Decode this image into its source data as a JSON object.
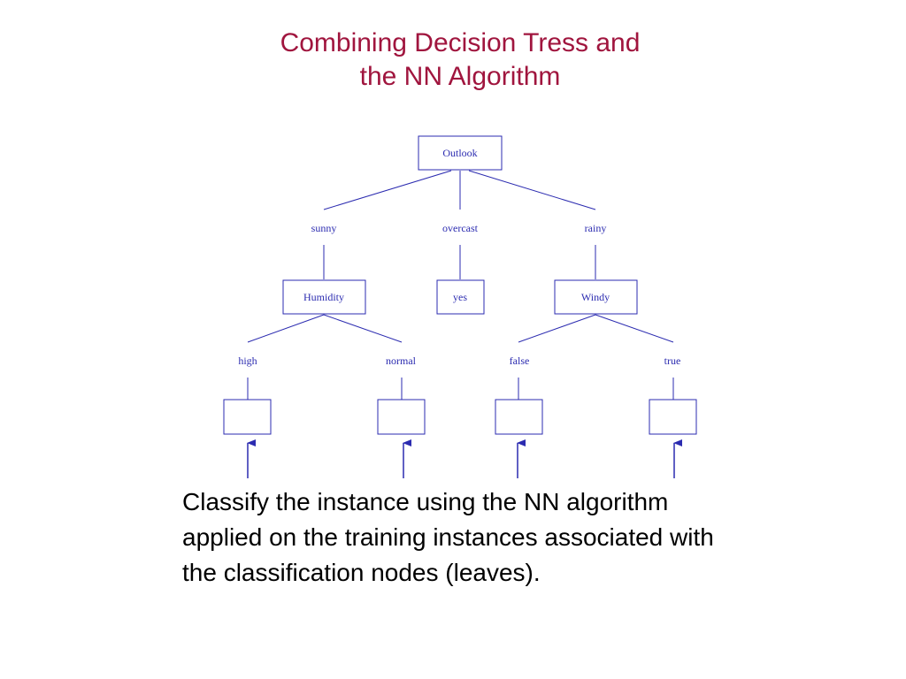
{
  "title": {
    "line1": "Combining Decision Tress and",
    "line2": "the NN Algorithm"
  },
  "diagram": {
    "root": {
      "label": "Outlook"
    },
    "branches": {
      "sunny": "sunny",
      "overcast": "overcast",
      "rainy": "rainy"
    },
    "nodes": {
      "humidity": "Humidity",
      "yes": "yes",
      "windy": "Windy"
    },
    "leaf_branches": {
      "high": "high",
      "normal": "normal",
      "false": "false",
      "true": "true"
    },
    "leaves": [
      {
        "label": ""
      },
      {
        "label": ""
      },
      {
        "label": ""
      },
      {
        "label": ""
      }
    ]
  },
  "caption": {
    "line1": "Classify the instance using the NN algorithm",
    "line2": "applied on the training instances associated with",
    "line3": "the classification nodes (leaves)."
  },
  "colors": {
    "title": "#a0153e",
    "diagram": "#2b2bb0",
    "text": "#000000"
  }
}
